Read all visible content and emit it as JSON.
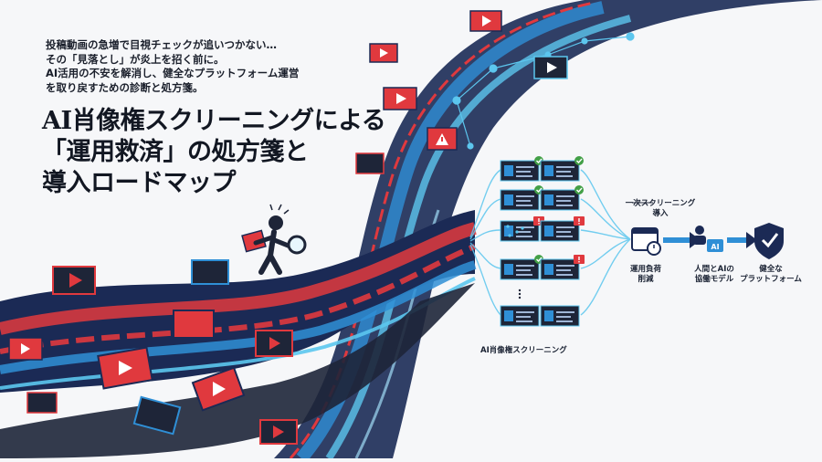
{
  "intro": {
    "line1": "投稿動画の急増で目視チェックが追いつかない…",
    "line2": "その「見落とし」が炎上を招く前に。",
    "line3": "AI活用の不安を解消し、健全なプラットフォーム運営",
    "line4": "を取り戻すための診断と処方箋。"
  },
  "title": {
    "line1": "AI肖像権スクリーニングによる",
    "line2": "「運用救済」の処方箋と",
    "line3": "導入ロードマップ"
  },
  "diagram": {
    "screening_caption": "AI肖像権スクリーニング",
    "step1_label_a": "一次スクリーニング",
    "step1_label_b": "導入",
    "step2_label_a": "運用負荷",
    "step2_label_b": "削減",
    "step3_label_a": "人間とAIの",
    "step3_label_b": "協働モデル",
    "step4_label_a": "健全な",
    "step4_label_b": "プラットフォーム",
    "ai_badge": "AI"
  },
  "colors": {
    "navy": "#1b2a55",
    "blue": "#2f8fd6",
    "cyan": "#5cc6ee",
    "red": "#e0393e",
    "green": "#43a047",
    "dark": "#1e2538"
  }
}
